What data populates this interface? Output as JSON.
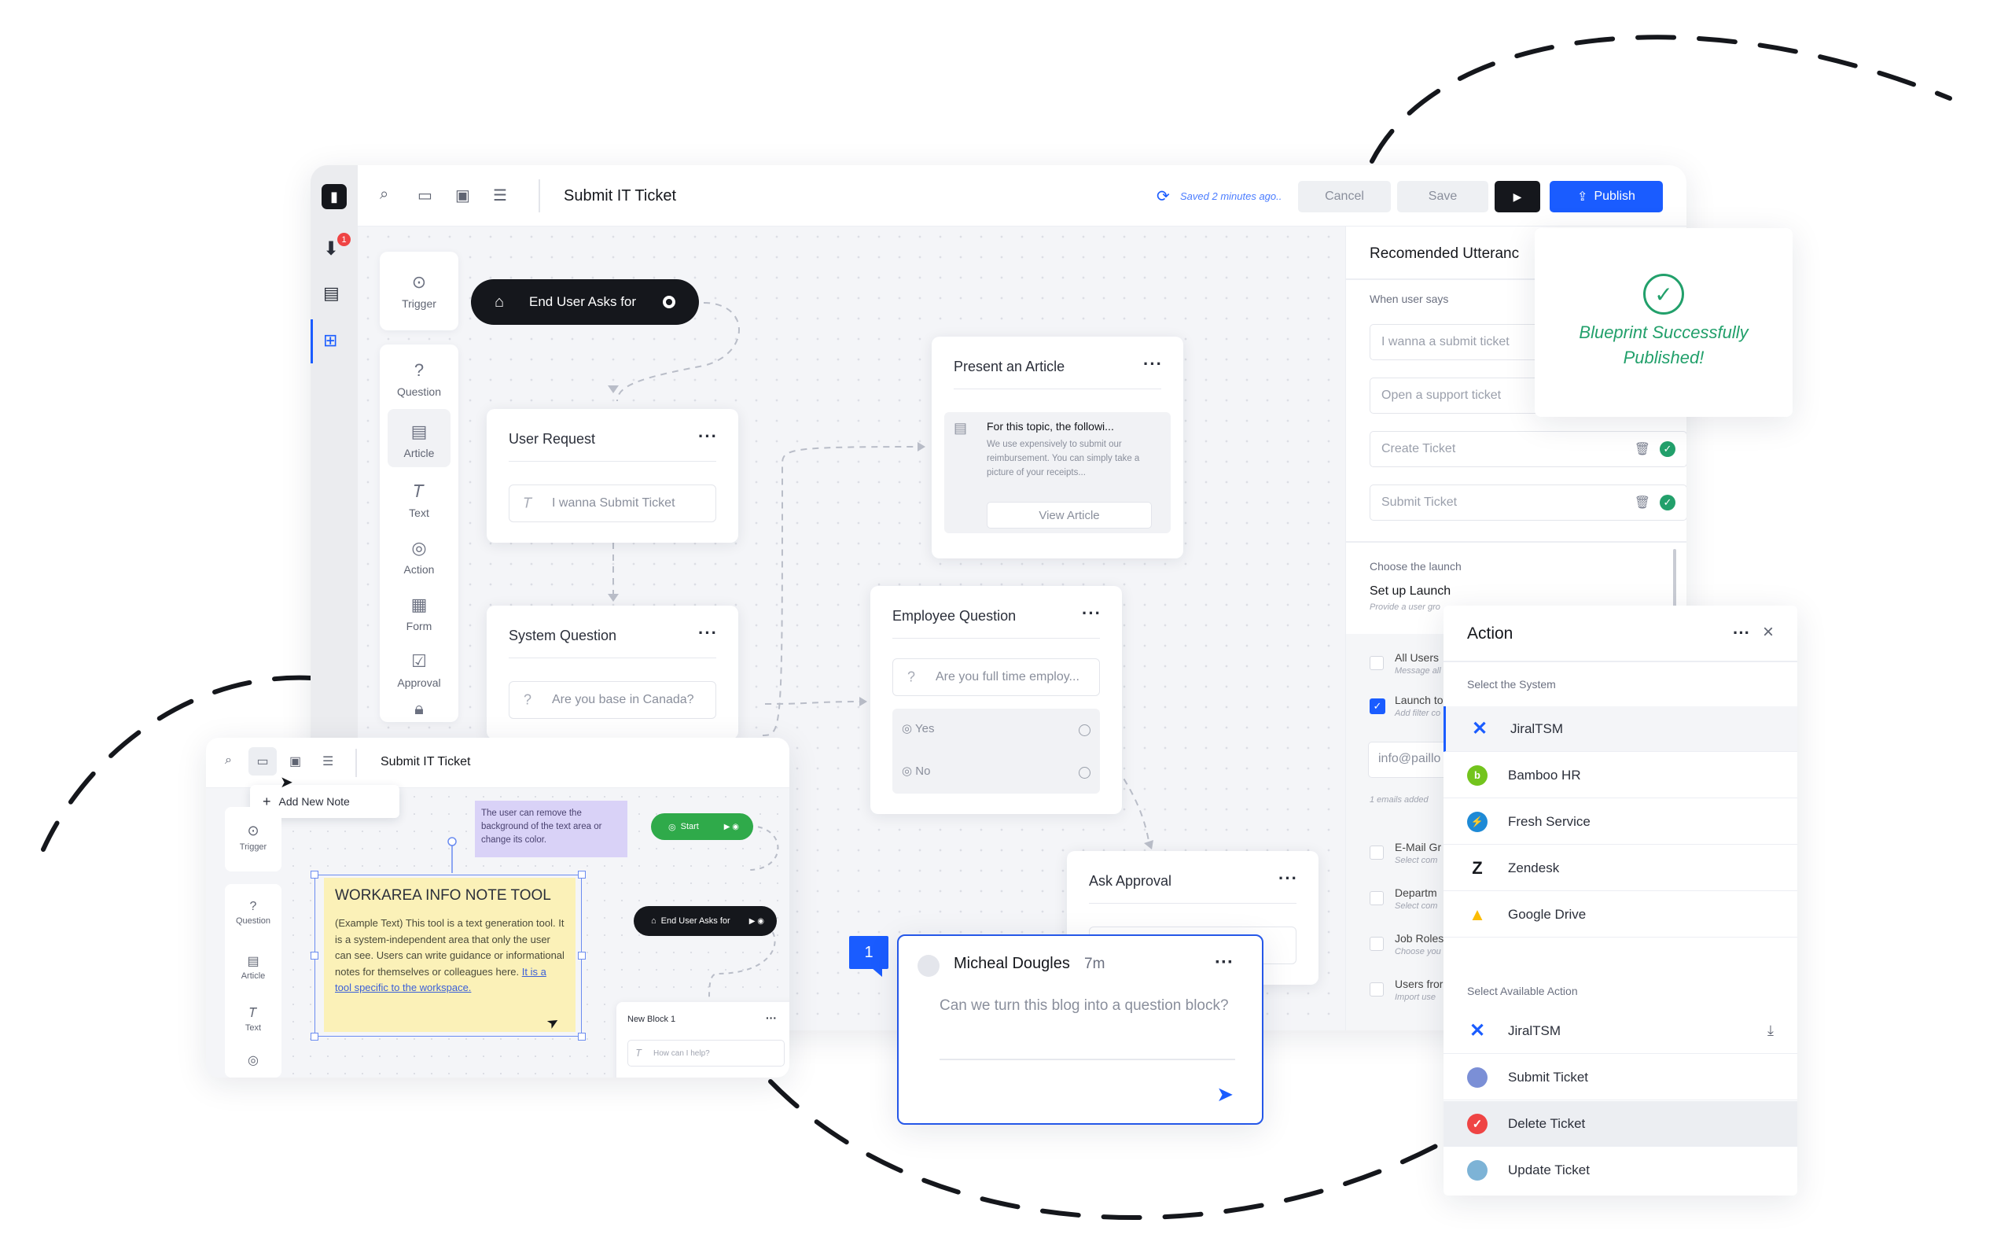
{
  "main_window": {
    "title": "Submit IT Ticket",
    "saved_status": "Saved 2 minutes ago..",
    "cancel_label": "Cancel",
    "save_label": "Save",
    "publish_label": "Publish",
    "notification_count": "1"
  },
  "toolbox": {
    "trigger": "Trigger",
    "question": "Question",
    "article": "Article",
    "text": "Text",
    "action": "Action",
    "form": "Form",
    "approval": "Approval"
  },
  "canvas": {
    "start_pill": "End User Asks for",
    "user_request": {
      "title": "User Request",
      "field": "I wanna Submit Ticket"
    },
    "system_question": {
      "title": "System Question",
      "field": "Are you base in Canada?"
    },
    "present_article": {
      "title": "Present an Article",
      "heading": "For this topic, the followi...",
      "body": "We use expensively to submit our reimbursement. You can simply take a picture of your receipts...",
      "button": "View Article"
    },
    "employee_question": {
      "title": "Employee Question",
      "field": "Are you full time employ...",
      "option_yes": "Yes",
      "option_no": "No"
    },
    "ask_approval": {
      "title": "Ask Approval"
    }
  },
  "utterances_panel": {
    "title": "Recomended Utteranc",
    "when_label": "When user says",
    "items": [
      "I wanna a submit ticket",
      "Open a support ticket",
      "Create Ticket",
      "Submit Ticket"
    ],
    "launch_label": "Choose the launch",
    "setup_title": "Set up Launch",
    "setup_sub": "Provide a user gro",
    "all_users": "All Users",
    "all_users_sub": "Message all",
    "launch_to": "Launch to",
    "launch_to_sub": "Add filter co",
    "email_value": "info@paillo",
    "emails_added": "1 emails added",
    "email_group": "E-Mail Gr",
    "email_group_sub": "Select com",
    "department": "Departm",
    "department_sub": "Select com",
    "job_roles": "Job Roles",
    "job_roles_sub": "Choose you",
    "users_from": "Users fror",
    "users_from_sub": "Import use"
  },
  "toast": {
    "message_line1": "Blueprint Successfully",
    "message_line2": "Published!"
  },
  "action_panel": {
    "title": "Action",
    "select_system_label": "Select the System",
    "systems": [
      "JiralTSM",
      "Bamboo HR",
      "Fresh Service",
      "Zendesk",
      "Google Drive"
    ],
    "select_action_label": "Select Available Action",
    "selected_system": "JiralTSM",
    "actions": [
      "Submit Ticket",
      "Delete Ticket",
      "Update Ticket"
    ]
  },
  "comment": {
    "badge": "1",
    "author": "Micheal Dougles",
    "time": "7m",
    "text": "Can we turn this blog into a question block?"
  },
  "mini_window": {
    "title": "Submit IT Ticket",
    "add_note_label": "Add New Note",
    "trigger": "Trigger",
    "question": "Question",
    "article": "Article",
    "text": "Text",
    "purple_note": "The user can remove the background of the text area or change its color.",
    "start_label": "Start",
    "end_user_label": "End User Asks for",
    "note_title": "WORKAREA INFO NOTE TOOL",
    "note_body": "(Example Text) This tool is a text generation tool. It is a system-independent area that only the user can see. Users can write guidance or informational notes for themselves or colleagues here.",
    "note_link": "It is a tool specific to the workspace.",
    "new_block_title": "New Block 1",
    "new_block_field": "How can I help?"
  },
  "colors": {
    "accent_blue": "#1a5cff",
    "success_green": "#22a06b",
    "dark_pill": "#15171c",
    "note_yellow": "#fbf1b8",
    "note_purple": "#d9d2f7",
    "start_green": "#2faa4a"
  }
}
